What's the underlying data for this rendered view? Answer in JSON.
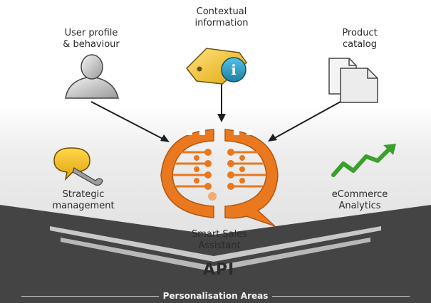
{
  "inputs": {
    "user_profile": "User profile\n& behaviour",
    "contextual": "Contextual\ninformation",
    "product_catalog": "Product\ncatalog"
  },
  "side": {
    "strategic": "Strategic\nmanagement",
    "ecommerce": "eCommerce\nAnalytics"
  },
  "center": {
    "assistant": "Smart Sales\nAssistant"
  },
  "bottom": {
    "api": "API",
    "areas": "Personalisation Areas"
  },
  "colors": {
    "accent": "#e9781f",
    "tag": "#f3c63a",
    "info": "#2a9dc4",
    "green": "#3aa02c",
    "dark": "#404040"
  }
}
